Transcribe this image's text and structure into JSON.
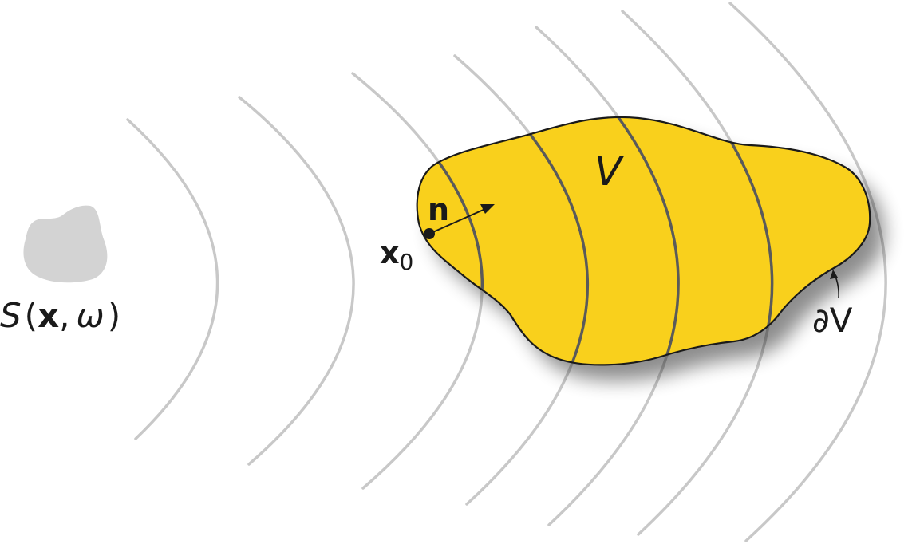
{
  "colors": {
    "background": "#ffffff",
    "wavefront_outside": "#c8c8c8",
    "wavefront_inside": "#5a5a5a",
    "volume_fill": "#f9d01a",
    "volume_outline": "#1a1a1a",
    "source_fill": "#d3d3d3",
    "text": "#1a1a1a"
  },
  "labels": {
    "source": {
      "S": "S",
      "open": "(",
      "x": "x",
      "comma": ",",
      "omega": "ω",
      "close": ")"
    },
    "volume": "V",
    "normal": "n",
    "point": {
      "base": "x",
      "sub": "0"
    },
    "boundary": "∂V"
  }
}
